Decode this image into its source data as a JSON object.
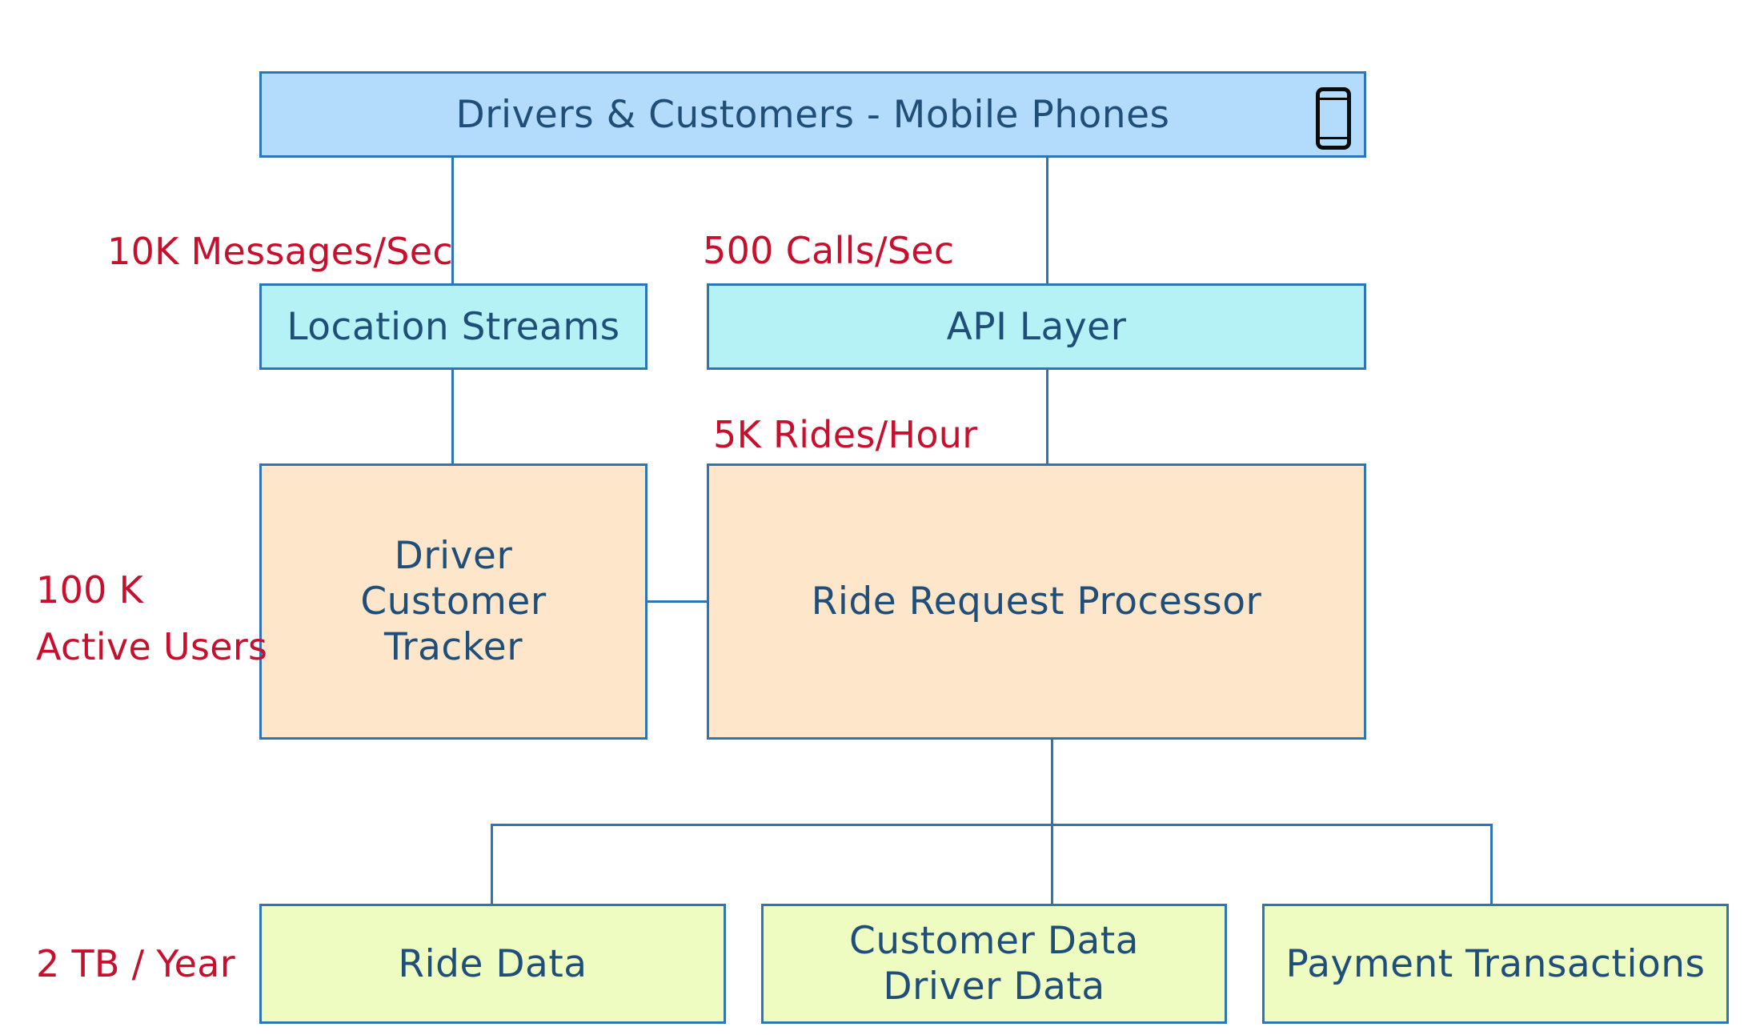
{
  "nodes": {
    "mobile_phones": "Drivers & Customers - Mobile Phones",
    "location_streams": "Location Streams",
    "api_layer": "API Layer",
    "tracker": [
      "Driver",
      "Customer",
      "Tracker"
    ],
    "ride_request_processor": "Ride Request Processor",
    "ride_data": "Ride Data",
    "customer_driver_data": [
      "Customer Data",
      "Driver Data"
    ],
    "payment_transactions": "Payment Transactions"
  },
  "metrics": {
    "messages_rate": "10K Messages/Sec",
    "calls_rate": "500 Calls/Sec",
    "rides_rate": "5K Rides/Hour",
    "active_users": [
      "100 K",
      "Active Users"
    ],
    "storage_rate": "2 TB / Year"
  },
  "icons": {
    "top_box_icon": "mobile-phone-icon"
  },
  "colors": {
    "client_box": "#b3dbfb",
    "ingress_box": "#b5f2f6",
    "processor_box": "#fde6c9",
    "storage_box": "#eefcc2",
    "border": "#2e75b6",
    "box_text": "#1f4e79",
    "metric_text": "#c8102e"
  }
}
